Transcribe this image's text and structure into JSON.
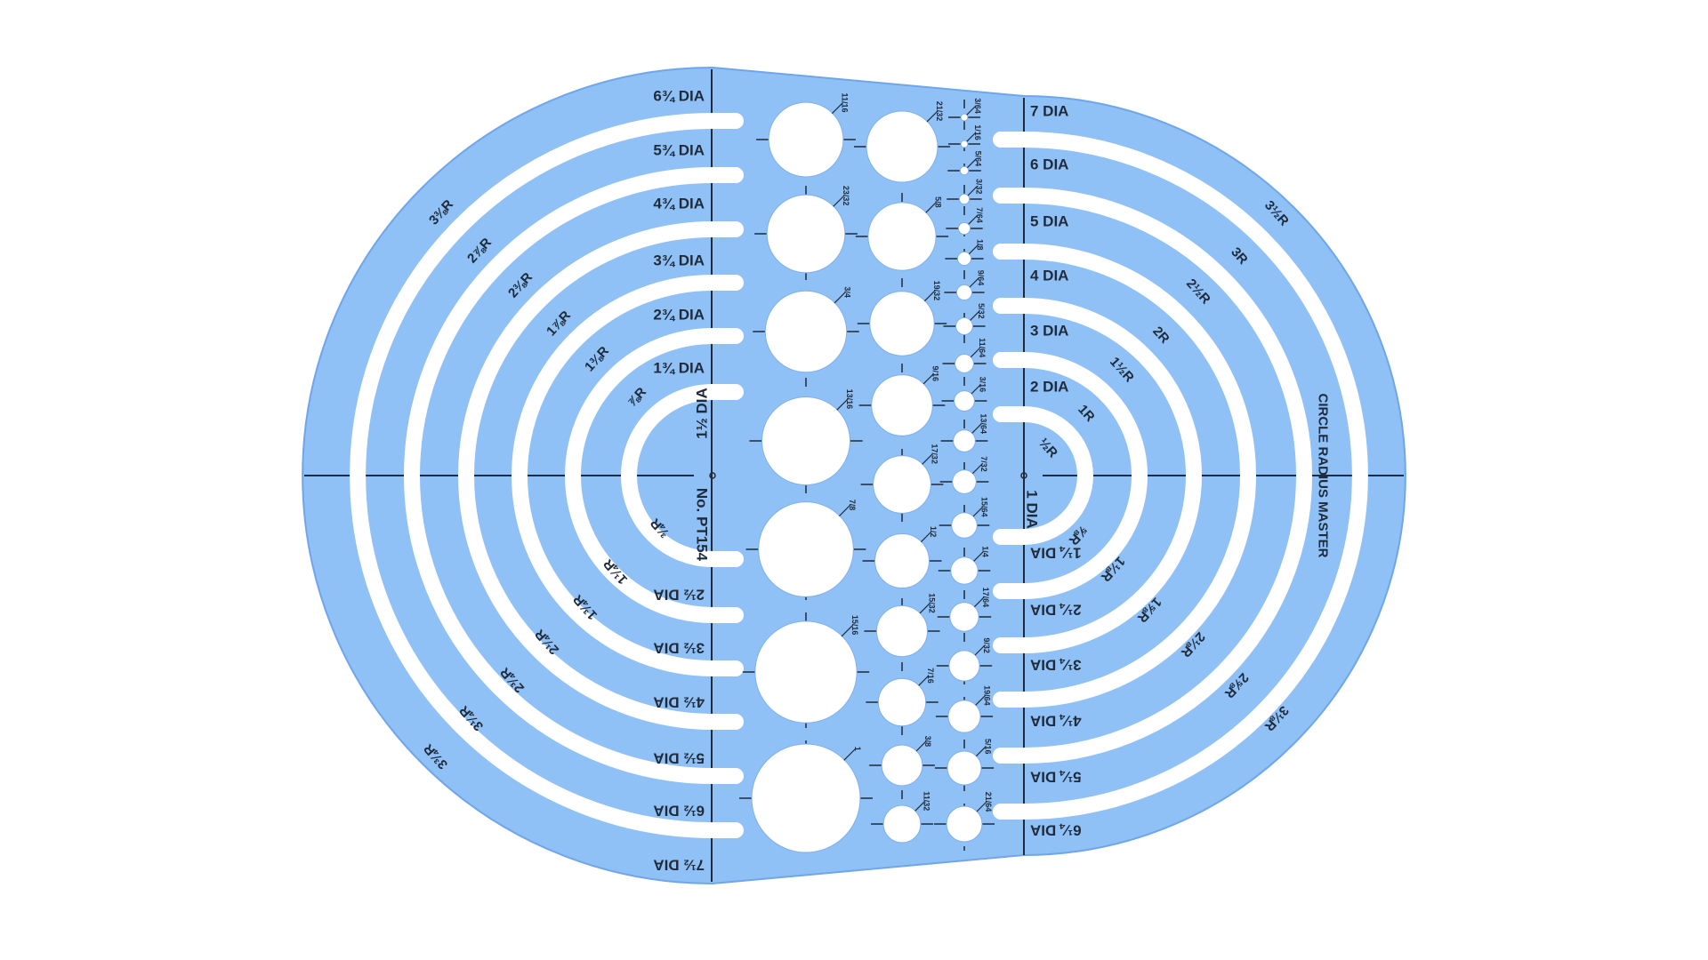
{
  "template": {
    "model": "No. PT154",
    "name": "CIRCLE RADIUS MASTER",
    "colors": {
      "body": "#8fc0f6",
      "edge": "#6fa6ea",
      "ink": "#1f2b3a",
      "slot": "#ffffff"
    },
    "left_dia_top": [
      "6¾ DIA",
      "5¾ DIA",
      "4¾ DIA",
      "3¾ DIA",
      "2¾ DIA",
      "1¾ DIA"
    ],
    "left_dia_inner": "1½ DIA",
    "left_dia_bottom": [
      "2½ DIA",
      "3½ DIA",
      "4½ DIA",
      "5½ DIA",
      "6½ DIA",
      "7½ DIA"
    ],
    "right_dia_top": [
      "7 DIA",
      "6 DIA",
      "5 DIA",
      "4 DIA",
      "3 DIA",
      "2 DIA"
    ],
    "right_dia_inner": "1 DIA",
    "right_dia_bottom": [
      "1¼ DIA",
      "2¼ DIA",
      "3¼ DIA",
      "4¼ DIA",
      "5¼ DIA",
      "6¼ DIA"
    ],
    "left_radius_top": [
      "3⅜R",
      "2⅞R",
      "2⅜R",
      "1⅞R",
      "1⅜R",
      "⅞R"
    ],
    "left_radius_bottom": [
      "¾R",
      "1¼R",
      "1¾R",
      "2¼R",
      "2¾R",
      "3¼R",
      "3¾R"
    ],
    "right_radius_top": [
      "3½R",
      "3R",
      "2½R",
      "2R",
      "1½R",
      "1R",
      "½R"
    ],
    "right_radius_bottom": [
      "⅝R",
      "1⅛R",
      "1⅝R",
      "2⅛R",
      "2⅝R",
      "3⅛R"
    ],
    "holes_col1": [
      "11/16",
      "23/32",
      "3/4",
      "13/16",
      "7/8",
      "15/16",
      "1"
    ],
    "holes_col2": [
      "21/32",
      "5/8",
      "19/32",
      "9/16",
      "17/32",
      "1/2",
      "15/32",
      "7/16",
      "3/8",
      "11/32"
    ],
    "holes_col3": [
      "3/64",
      "1/16",
      "5/64",
      "3/32",
      "7/64",
      "1/8",
      "9/64",
      "5/32",
      "11/64",
      "3/16",
      "13/64",
      "7/32",
      "15/64",
      "1/4",
      "17/64",
      "9/32",
      "19/64",
      "5/16",
      "21/64"
    ]
  }
}
